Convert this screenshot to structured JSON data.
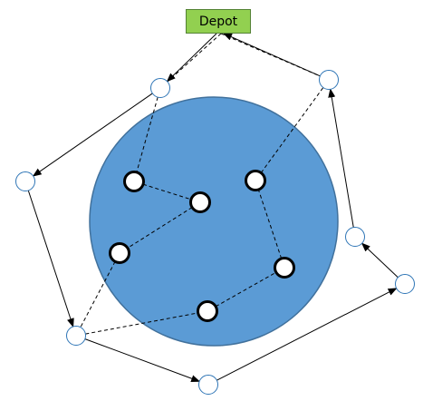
{
  "depot": {
    "label": "Depot"
  },
  "colors": {
    "region_fill": "#5b9bd5",
    "region_stroke": "#41719c",
    "depot_fill": "#92d050",
    "depot_stroke": "#548235",
    "outer_node_stroke": "#2e75b6",
    "inner_node_stroke": "#000000",
    "edge": "#000000"
  },
  "nodes": {
    "outer": [
      "o1",
      "o2",
      "o3",
      "o4",
      "o5",
      "o6",
      "o7"
    ],
    "inner": [
      "i1",
      "i2",
      "i3",
      "i4",
      "i5",
      "i6"
    ]
  },
  "routes": {
    "solid_cycle": [
      "depot",
      "o1",
      "o2",
      "o3",
      "o4",
      "o5",
      "o6",
      "o7",
      "depot"
    ],
    "dashed_paths": [
      [
        "depot",
        "o7"
      ],
      [
        "depot",
        "o1",
        "i1",
        "i2",
        "i3",
        "o3",
        "i4",
        "i5",
        "i6",
        "o7"
      ]
    ]
  }
}
